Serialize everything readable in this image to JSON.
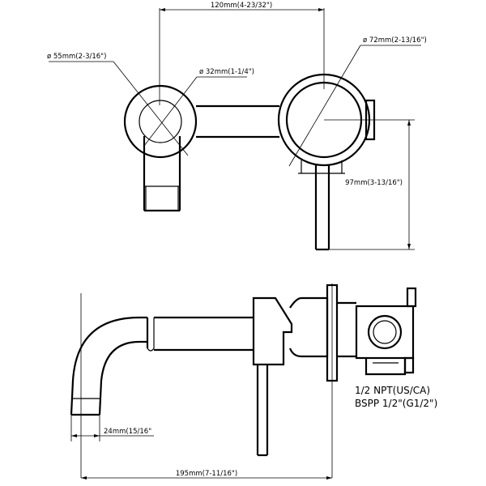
{
  "dimensions": {
    "width_120": "120mm(4-23/32\")",
    "dia_55": "ø 55mm(2-3/16\")",
    "dia_32": "ø 32mm(1-1/4\")",
    "dia_72": "ø 72mm(2-13/16\")",
    "height_97": "97mm(3-13/16\")",
    "spout_24": "24mm(15/16\"",
    "length_195": "195mm(7-11/16\")"
  },
  "notes": {
    "thread_npt": "1/2 NPT(US/CA)",
    "thread_bspp": "BSPP 1/2\"(G1/2\")"
  }
}
